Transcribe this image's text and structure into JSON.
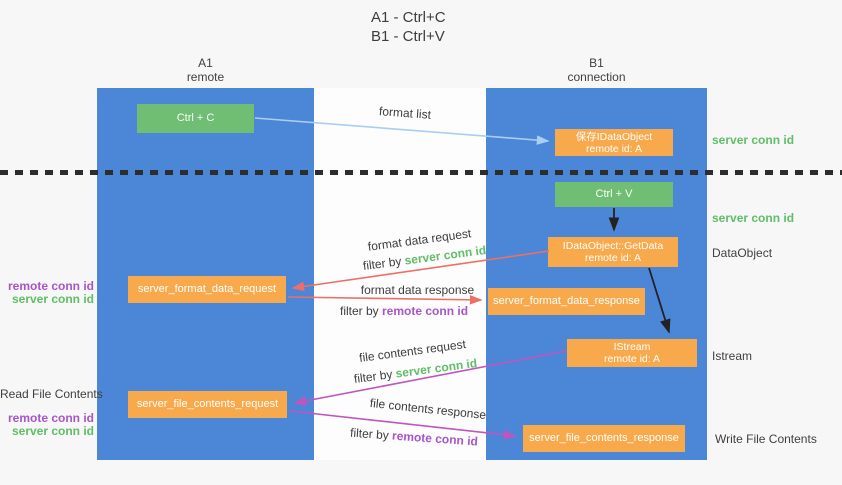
{
  "title": {
    "line1": "A1 - Ctrl+C",
    "line2": "B1 - Ctrl+V"
  },
  "lanes": {
    "left": {
      "header1": "A1",
      "header2": "remote"
    },
    "right": {
      "header1": "B1",
      "header2": "connection"
    }
  },
  "boxes": {
    "ctrl_c": {
      "label": "Ctrl + C"
    },
    "save_idataobject": {
      "line1": "保存IDataObject",
      "line2": "remote id: A"
    },
    "ctrl_v": {
      "label": "Ctrl + V"
    },
    "idataobject_getdata": {
      "line1": "IDataObject::GetData",
      "line2": "remote id: A"
    },
    "server_format_data_request": {
      "label": "server_format_data_request"
    },
    "server_format_data_response": {
      "label": "server_format_data_response"
    },
    "istream": {
      "line1": "IStream",
      "line2": "remote id: A"
    },
    "server_file_contents_request": {
      "label": "server_file_contents_request"
    },
    "server_file_contents_response": {
      "label": "server_file_contents_response"
    }
  },
  "flow_labels": {
    "format_list": "format list",
    "format_data_request": "format data request",
    "format_data_request_filter_prefix": "filter by ",
    "format_data_request_filter_key": "server conn id",
    "format_data_response": "format data response",
    "format_data_response_filter_prefix": "filter by ",
    "format_data_response_filter_key": "remote conn id",
    "file_contents_request": "file contents request",
    "file_contents_request_filter_prefix": "filter by ",
    "file_contents_request_filter_key": "server conn id",
    "file_contents_response": "file contents response",
    "file_contents_response_filter_prefix": "filter by ",
    "file_contents_response_filter_key": "remote conn id"
  },
  "side_labels": {
    "right_server_conn_id_top": "server conn id",
    "right_server_conn_id_mid": "server conn id",
    "right_dataobject": "DataObject",
    "right_istream": "Istream",
    "right_write_file_contents": "Write File Contents",
    "left_remote_conn_id_top": "remote conn id",
    "left_server_conn_id_top": "server conn id",
    "left_read_file_contents": "Read File Contents",
    "left_remote_conn_id_bottom": "remote conn id",
    "left_server_conn_id_bottom": "server conn id"
  },
  "colors": {
    "lane_blue": "#4c86d7",
    "box_orange": "#f7a94c",
    "box_green": "#6fbe74",
    "arrow_light_blue": "#a9cef1",
    "arrow_red": "#ed6f66",
    "arrow_magenta": "#c155be",
    "arrow_black": "#222222",
    "text_green": "#5fbe67",
    "text_purple": "#a855c8",
    "text_dark": "#3d3d3d",
    "background": "#f7f7f7"
  }
}
